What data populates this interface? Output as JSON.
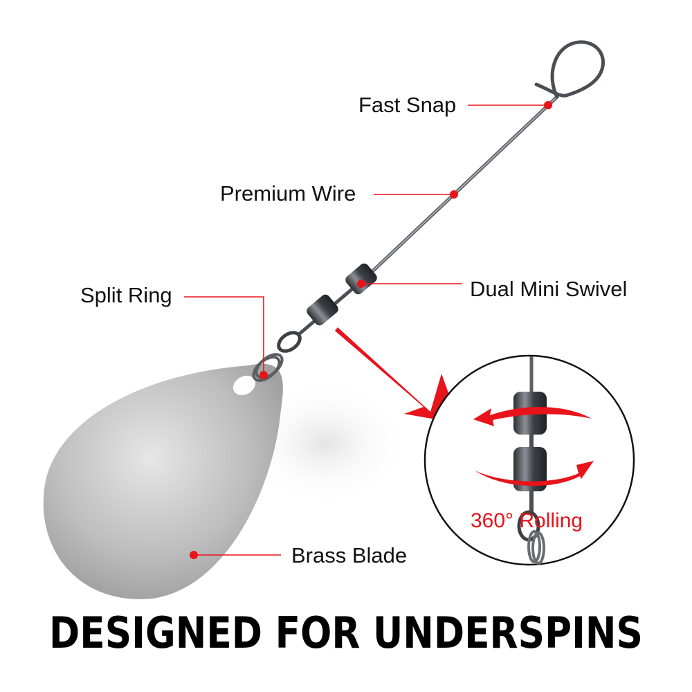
{
  "labels": {
    "fast_snap": "Fast Snap",
    "premium_wire": "Premium Wire",
    "dual_mini_swivel": "Dual Mini Swivel",
    "split_ring": "Split Ring",
    "brass_blade": "Brass Blade",
    "rolling": "360° Rolling"
  },
  "headline": "DESIGNED FOR UNDERSPINS",
  "colors": {
    "accent": "#e8131b",
    "text": "#111111",
    "blade": "#b4b4b4",
    "metal": "#4a4f55"
  }
}
